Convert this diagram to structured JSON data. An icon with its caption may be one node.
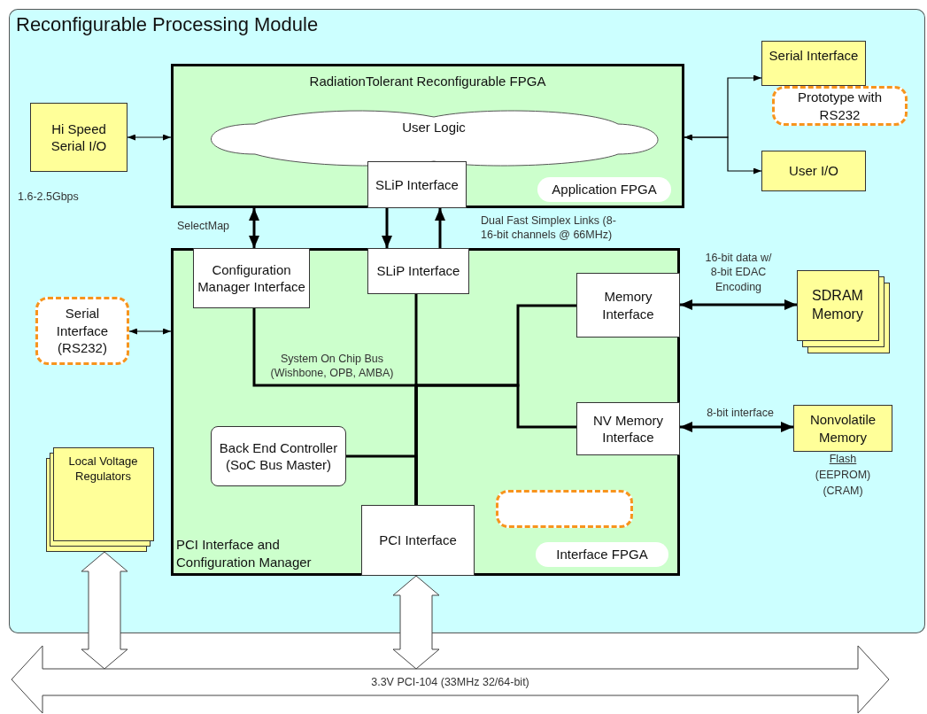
{
  "diagram": {
    "nodes": [
      {
        "text": [
          "Reconfigurable Processing Module"
        ]
      },
      {
        "text": [
          "RadiationTolerant Reconfigurable FPGA"
        ],
        "in": 0
      },
      {
        "text": [
          "User Logic"
        ],
        "in": 1
      },
      {
        "text": [
          "SLiP Interface"
        ],
        "in": 1
      },
      {
        "text": [
          "Application FPGA"
        ],
        "in": 1
      },
      {
        "text": [
          "PCI Interface and Configuration Manager"
        ],
        "in": 0
      },
      {
        "text": [
          "Configuration Manager Interface"
        ],
        "in": 5
      },
      {
        "text": [
          "SLiP Interface"
        ],
        "in": 5
      },
      {
        "text": [
          "Memory Interface"
        ],
        "in": 5
      },
      {
        "text": [
          "NV Memory Interface"
        ],
        "in": 5
      },
      {
        "text": [
          "Back End Controller (SoC Bus Master)"
        ],
        "in": 5
      },
      {
        "text": [
          "PCI Interface"
        ],
        "in": 5
      },
      {
        "text": [],
        "shape": "box",
        "in": 5
      },
      {
        "text": [
          "Interface FPGA"
        ],
        "in": 5
      },
      {
        "text": [
          "Hi Speed Serial I/O"
        ],
        "beside": [
          "1.6-2.5Gbps"
        ],
        "in": 0
      },
      {
        "text": [
          "Serial Interface"
        ],
        "in": 0
      },
      {
        "text": [
          "Prototype with RS232"
        ],
        "in": 0
      },
      {
        "text": [
          "User I/O"
        ],
        "in": 0
      },
      {
        "text": [
          "Serial Interface (RS232)"
        ],
        "in": 0
      },
      {
        "text": [
          "SDRAM Memory"
        ],
        "in": 0
      },
      {
        "text": [
          "Nonvolatile Memory"
        ],
        "beside": [
          "Flash",
          "(EEPROM)",
          "(CRAM)"
        ],
        "in": 0
      },
      {
        "text": [
          "Local Voltage Regulators"
        ],
        "in": 0
      },
      {
        "text": [
          "3.3V PCI-104 (33MHz 32/64-bit)"
        ]
      }
    ],
    "edges": [
      {
        "from": 14,
        "to": 1,
        "arrow": "both"
      },
      {
        "from": 1,
        "to": 15,
        "arrow": "both"
      },
      {
        "from": 1,
        "to": 17,
        "arrow": "both"
      },
      {
        "from": 18,
        "to": 5,
        "arrow": "both"
      },
      {
        "from": 1,
        "to": 6,
        "arrow": "both",
        "label": "SelectMap"
      },
      {
        "from": 3,
        "to": 7,
        "arrow": "to"
      },
      {
        "from": 7,
        "to": 3,
        "arrow": "to",
        "label": "Dual Fast Simplex Links (8-16-bit channels @ 66MHz)"
      },
      {
        "from": 8,
        "to": 19,
        "arrow": "both",
        "label": "16-bit data w/ 8-bit EDAC Encoding"
      },
      {
        "from": 9,
        "to": 20,
        "arrow": "both",
        "label": "8-bit interface"
      },
      {
        "from": 7,
        "to": 11,
        "arrow": "none"
      },
      {
        "from": 10,
        "to": 11,
        "arrow": "none"
      },
      {
        "from": 6,
        "to": 11,
        "arrow": "none"
      },
      {
        "from": 8,
        "to": 11,
        "arrow": "none"
      },
      {
        "from": 9,
        "to": 11,
        "arrow": "none"
      },
      {
        "from": 11,
        "to": 22,
        "arrow": "both",
        "style": "thick",
        "color": "#ffffff"
      },
      {
        "from": 21,
        "to": 22,
        "arrow": "both",
        "style": "thick",
        "color": "#ffffff"
      }
    ],
    "labels": [
      "System On Chip Bus (Wishbone, OPB, AMBA)"
    ]
  }
}
